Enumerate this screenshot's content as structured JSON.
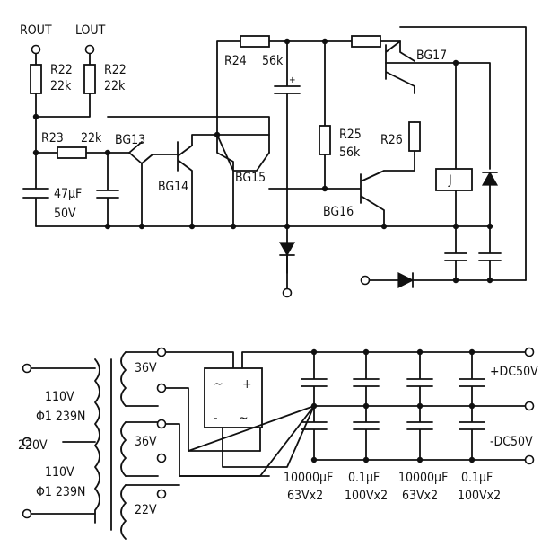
{
  "amplifier": {
    "rout": "ROUT",
    "lout": "LOUT",
    "r22_left_name": "R22",
    "r22_left_value": "22k",
    "r22_right_name": "R22",
    "r22_right_value": "22k",
    "r23_name": "R23",
    "r23_value": "22k",
    "cap_value": "47μF",
    "cap_voltage": "50V",
    "bg13": "BG13",
    "bg14": "BG14",
    "bg15": "BG15",
    "bg16": "BG16",
    "bg17": "BG17",
    "r24_name": "R24",
    "r24_value": "56k",
    "r25_name": "R25",
    "r25_value": "56k",
    "r26_name": "R26",
    "relay_label": "J"
  },
  "power_supply": {
    "primary_upper_voltage": "110V",
    "primary_upper_wire": "Φ1 239N",
    "mains_voltage": "220V",
    "primary_lower_voltage": "110V",
    "primary_lower_wire": "Φ1 239N",
    "secondary_1": "36V",
    "secondary_2": "36V",
    "secondary_3": "22V",
    "bridge_ac_top": "~",
    "bridge_plus": "+",
    "bridge_minus": "-",
    "bridge_ac_bottom": "~",
    "positive_rail": "+DC50V",
    "negative_rail": "-DC50V",
    "cap1_value": "10000μF",
    "cap1_rating": "63Vx2",
    "cap2_value": "0.1μF",
    "cap2_rating": "100Vx2",
    "cap3_value": "10000μF",
    "cap3_rating": "63Vx2",
    "cap4_value": "0.1μF",
    "cap4_rating": "100Vx2"
  }
}
